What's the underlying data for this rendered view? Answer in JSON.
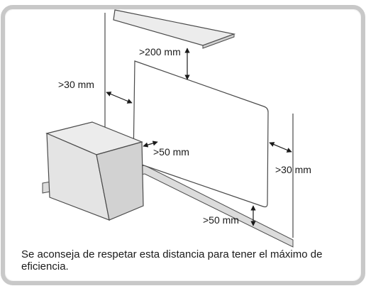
{
  "labels": {
    "top": ">200 mm",
    "left": ">30 mm",
    "right": ">30 mm",
    "unit_side": ">50 mm",
    "bottom": ">50 mm"
  },
  "caption": "Se aconseja de respetar esta distancia para tener el máximo de eficiencia.",
  "colors": {
    "frame_border": "#c8c8c8",
    "frame_fill": "#f4f4f4",
    "shelf_fill": "#ececec",
    "floor_fill": "#dcdcdc",
    "box_front": "#e4e4e4",
    "box_side": "#d2d2d2",
    "box_top": "#ececec",
    "line": "#4a4a4a"
  }
}
